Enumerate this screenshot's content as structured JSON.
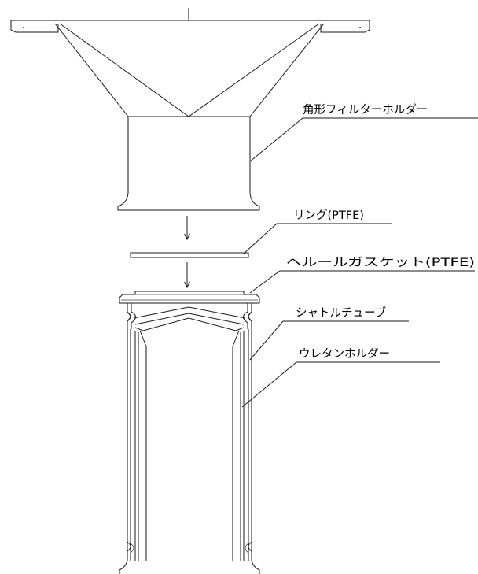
{
  "labels": {
    "square_filter_holder": "角形フィルターホルダー",
    "ring": "リング(PTFE)",
    "ferrule_gasket": "ヘルールガスケット(PTFE)",
    "shuttle_tube": "シャトルチューブ",
    "urethane_holder": "ウレタンホルダー"
  }
}
